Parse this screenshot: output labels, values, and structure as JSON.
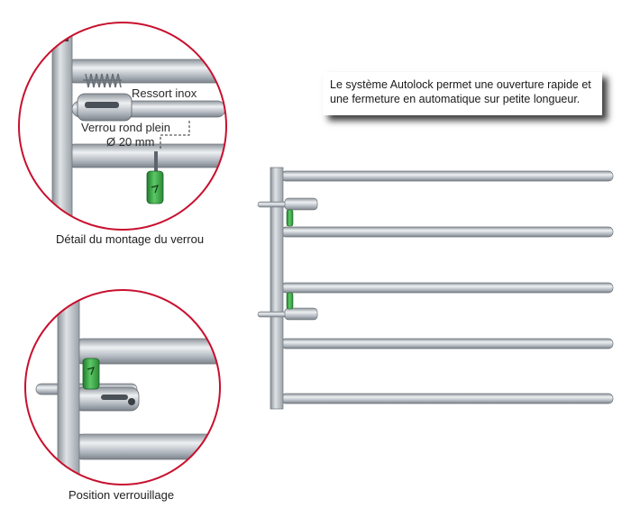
{
  "description_box": {
    "text": "Le système Autolock permet une ouverture rapide et une fermeture en automatique sur petite longueur."
  },
  "detail_top": {
    "label_spring": "Ressort inox",
    "label_bolt_line1": "Verrou rond plein",
    "label_bolt_line2": "Ø 20 mm",
    "caption": "Détail du montage du verrou"
  },
  "detail_bottom": {
    "caption": "Position verrouillage"
  },
  "colors": {
    "circle_border": "#c8102e",
    "steel": "#b9bec4",
    "lock_green": "#3fae49"
  }
}
